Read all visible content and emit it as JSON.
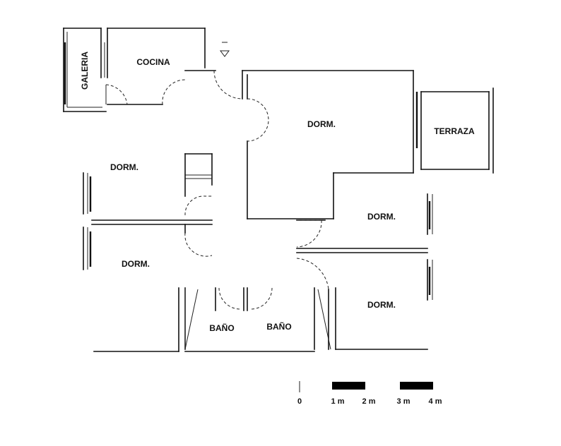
{
  "rooms": {
    "galeria": "GALERIA",
    "cocina": "COCINA",
    "dorm_master": "DORM.",
    "terraza": "TERRAZA",
    "dorm_west_upper": "DORM.",
    "dorm_west_lower": "DORM.",
    "dorm_east_middle": "DORM.",
    "dorm_east_lower": "DORM.",
    "bano_left": "BAÑO",
    "bano_right": "BAÑO"
  },
  "scale": {
    "labels": [
      "0",
      "1 m",
      "2 m",
      "3 m",
      "4 m"
    ]
  }
}
